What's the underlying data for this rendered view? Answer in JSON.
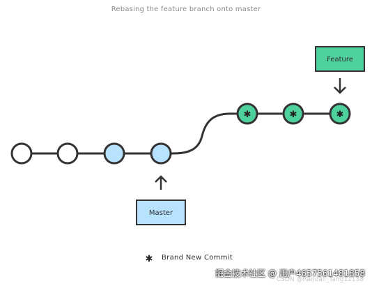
{
  "diagram": {
    "caption": "Rebasing the feature branch onto master",
    "master_label": "Master",
    "feature_label": "Feature",
    "legend_text": "Brand New Commit",
    "colors": {
      "line": "#333333",
      "master_fill": "#b7e3ff",
      "feature_fill": "#4fd19e",
      "plain_fill": "#ffffff"
    },
    "commits": {
      "main_line": [
        "plain",
        "plain",
        "master",
        "master"
      ],
      "feature_line": [
        "new",
        "new",
        "new"
      ]
    }
  },
  "watermark": {
    "primary": "掘金技术社区 @ 用户4657561481858",
    "secondary": "CSDN @Randall_Tang11138"
  }
}
